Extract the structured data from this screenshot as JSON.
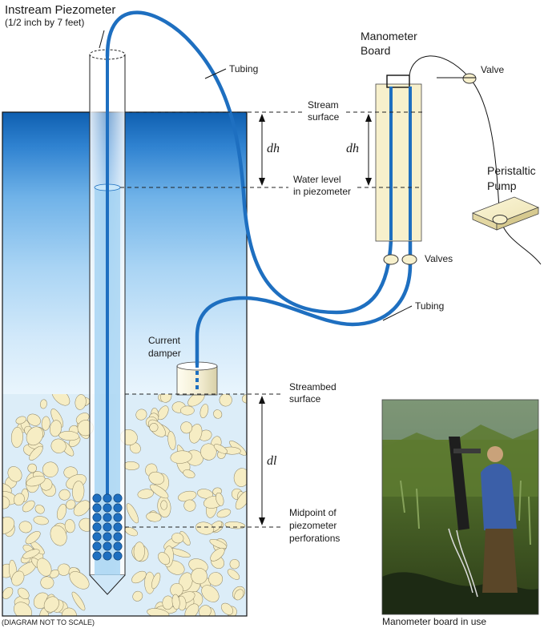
{
  "labels": {
    "piezometer_title": "Instream Piezometer",
    "piezometer_size": "(1/2 inch by 7 feet)",
    "tubing_top": "Tubing",
    "tubing_bottom": "Tubing",
    "manometer_line1": "Manometer",
    "manometer_line2": "Board",
    "valve": "Valve",
    "valves": "Valves",
    "peristaltic_line1": "Peristaltic",
    "peristaltic_line2": "Pump",
    "stream_surface_line1": "Stream",
    "stream_surface_line2": "surface",
    "water_level_line1": "Water level",
    "water_level_line2": "in piezometer",
    "dh_left": "dh",
    "dh_right": "dh",
    "dl": "dl",
    "current_damper_line1": "Current",
    "current_damper_line2": "damper",
    "streambed_line1": "Streambed",
    "streambed_line2": "surface",
    "midpoint_line1": "Midpoint of",
    "midpoint_line2": "piezometer",
    "midpoint_line3": "perforations",
    "footnote": "(DIAGRAM NOT TO SCALE)",
    "photo_caption": "Manometer board in use"
  },
  "colors": {
    "tubing": "#1e6fc0",
    "water_top": "#0f5fb0",
    "water_bottom": "#eaf5fd",
    "sediment": "#f6edc4",
    "manometer_board": "#f7f0cc"
  }
}
